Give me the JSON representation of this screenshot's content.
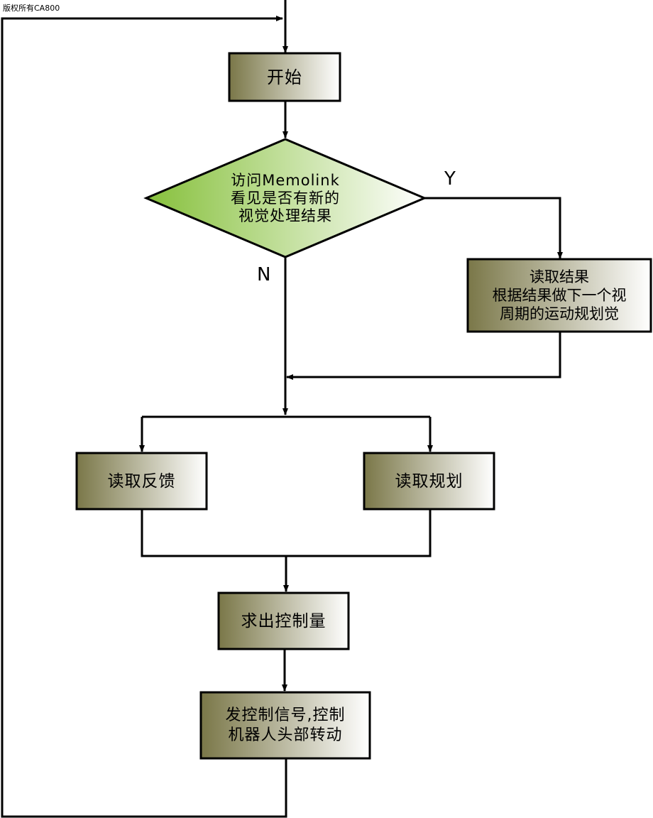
{
  "watermark": "版权所有CA800",
  "nodes": {
    "start": {
      "lines": [
        "开始"
      ]
    },
    "decision": {
      "lines": [
        "访问Memolink",
        "看见是否有新的",
        "视觉处理结果"
      ]
    },
    "read_result": {
      "lines": [
        "读取结果",
        "根据结果做下一个视",
        "周期的运动规划觉"
      ]
    },
    "read_feedback": {
      "lines": [
        "读取反馈"
      ]
    },
    "read_plan": {
      "lines": [
        "读取规划"
      ]
    },
    "compute_control": {
      "lines": [
        "求出控制量"
      ]
    },
    "send_signal": {
      "lines": [
        "发控制信号,控制",
        "机器人头部转动"
      ]
    }
  },
  "edge_labels": {
    "yes": "Y",
    "no": "N"
  },
  "colors": {
    "box_dark": "#7d7a4a",
    "box_light": "#ffffff",
    "diamond_dark": "#8cc63f",
    "diamond_light": "#ffffff",
    "stroke": "#000000"
  }
}
